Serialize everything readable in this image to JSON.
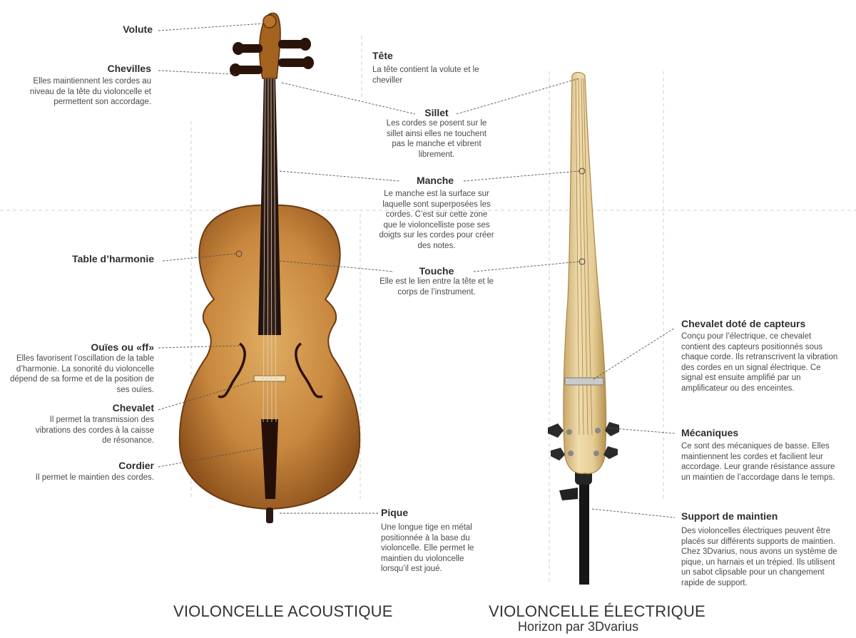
{
  "labels": {
    "volute": {
      "title": "Volute"
    },
    "chevilles": {
      "title": "Chevilles",
      "desc": "Elles maintiennent les cordes au niveau de la tête du violoncelle et permettent son accordage."
    },
    "tete": {
      "title": "Tête",
      "desc": "La tête contient la volute et le cheviller"
    },
    "sillet": {
      "title": "Sillet",
      "desc": "Les cordes se posent sur le sillet ainsi elles ne touchent pas le manche et vibrent librement."
    },
    "manche": {
      "title": "Manche",
      "desc": "Le manche est la surface sur laquelle sont superposées les cordes. C’est sur cette zone que le violoncelliste pose ses doigts sur les cordes pour créer des notes."
    },
    "table": {
      "title": "Table d’harmonie"
    },
    "touche": {
      "title": "Touche",
      "desc": "Elle est le lien entre la tête et le corps de l’instrument."
    },
    "oules": {
      "title": "Ouïes ou «ff»",
      "desc": "Elles favorisent l’oscillation de la table d’harmonie. La sonorité du violoncelle dépend de sa forme et de la position de ses ouïes."
    },
    "chevalet": {
      "title": "Chevalet",
      "desc": "Il permet la transmission des vibrations des cordes à la caisse de résonance."
    },
    "cordier": {
      "title": "Cordier",
      "desc": "Il permet le maintien des cordes."
    },
    "pique": {
      "title": "Pique",
      "desc": "Une longue tige en métal positionnée à la base du violoncelle. Elle permet le maintien du violoncelle lorsqu’il est joué."
    },
    "chevalet_capteurs": {
      "title": "Chevalet doté de capteurs",
      "desc": "Conçu pour l’électrique, ce chevalet contient des capteurs positionnés sous chaque corde. Ils retranscrivent la vibration des cordes en un signal électrique. Ce signal est ensuite amplifié par un amplificateur ou des enceintes."
    },
    "mecaniques": {
      "title": "Mécaniques",
      "desc": "Ce sont des mécaniques de basse. Elles maintiennent les cordes et facilient leur accordage. Leur grande résistance assure un maintien de l’accordage dans le temps."
    },
    "support": {
      "title": "Support de maintien",
      "desc": "Des violoncelles électriques peuvent être placés sur différents supports de maintien. Chez 3Dvarius, nous avons un système de pique, un harnais et un trépied. Ils utilisent un sabot clipsable pour un changement rapide de support."
    }
  },
  "captions": {
    "acoustic": "VIOLONCELLE ACOUSTIQUE",
    "electric": "VIOLONCELLE ÉLECTRIQUE",
    "electric_sub": "Horizon par 3Dvarius"
  },
  "colors": {
    "body_light": "#d9a45a",
    "body_dark": "#9a5a1e",
    "fingerboard": "#2a1712",
    "electric_wood": "#e6cf9a",
    "stand": "#1a1a1a",
    "leader": "#555555"
  }
}
